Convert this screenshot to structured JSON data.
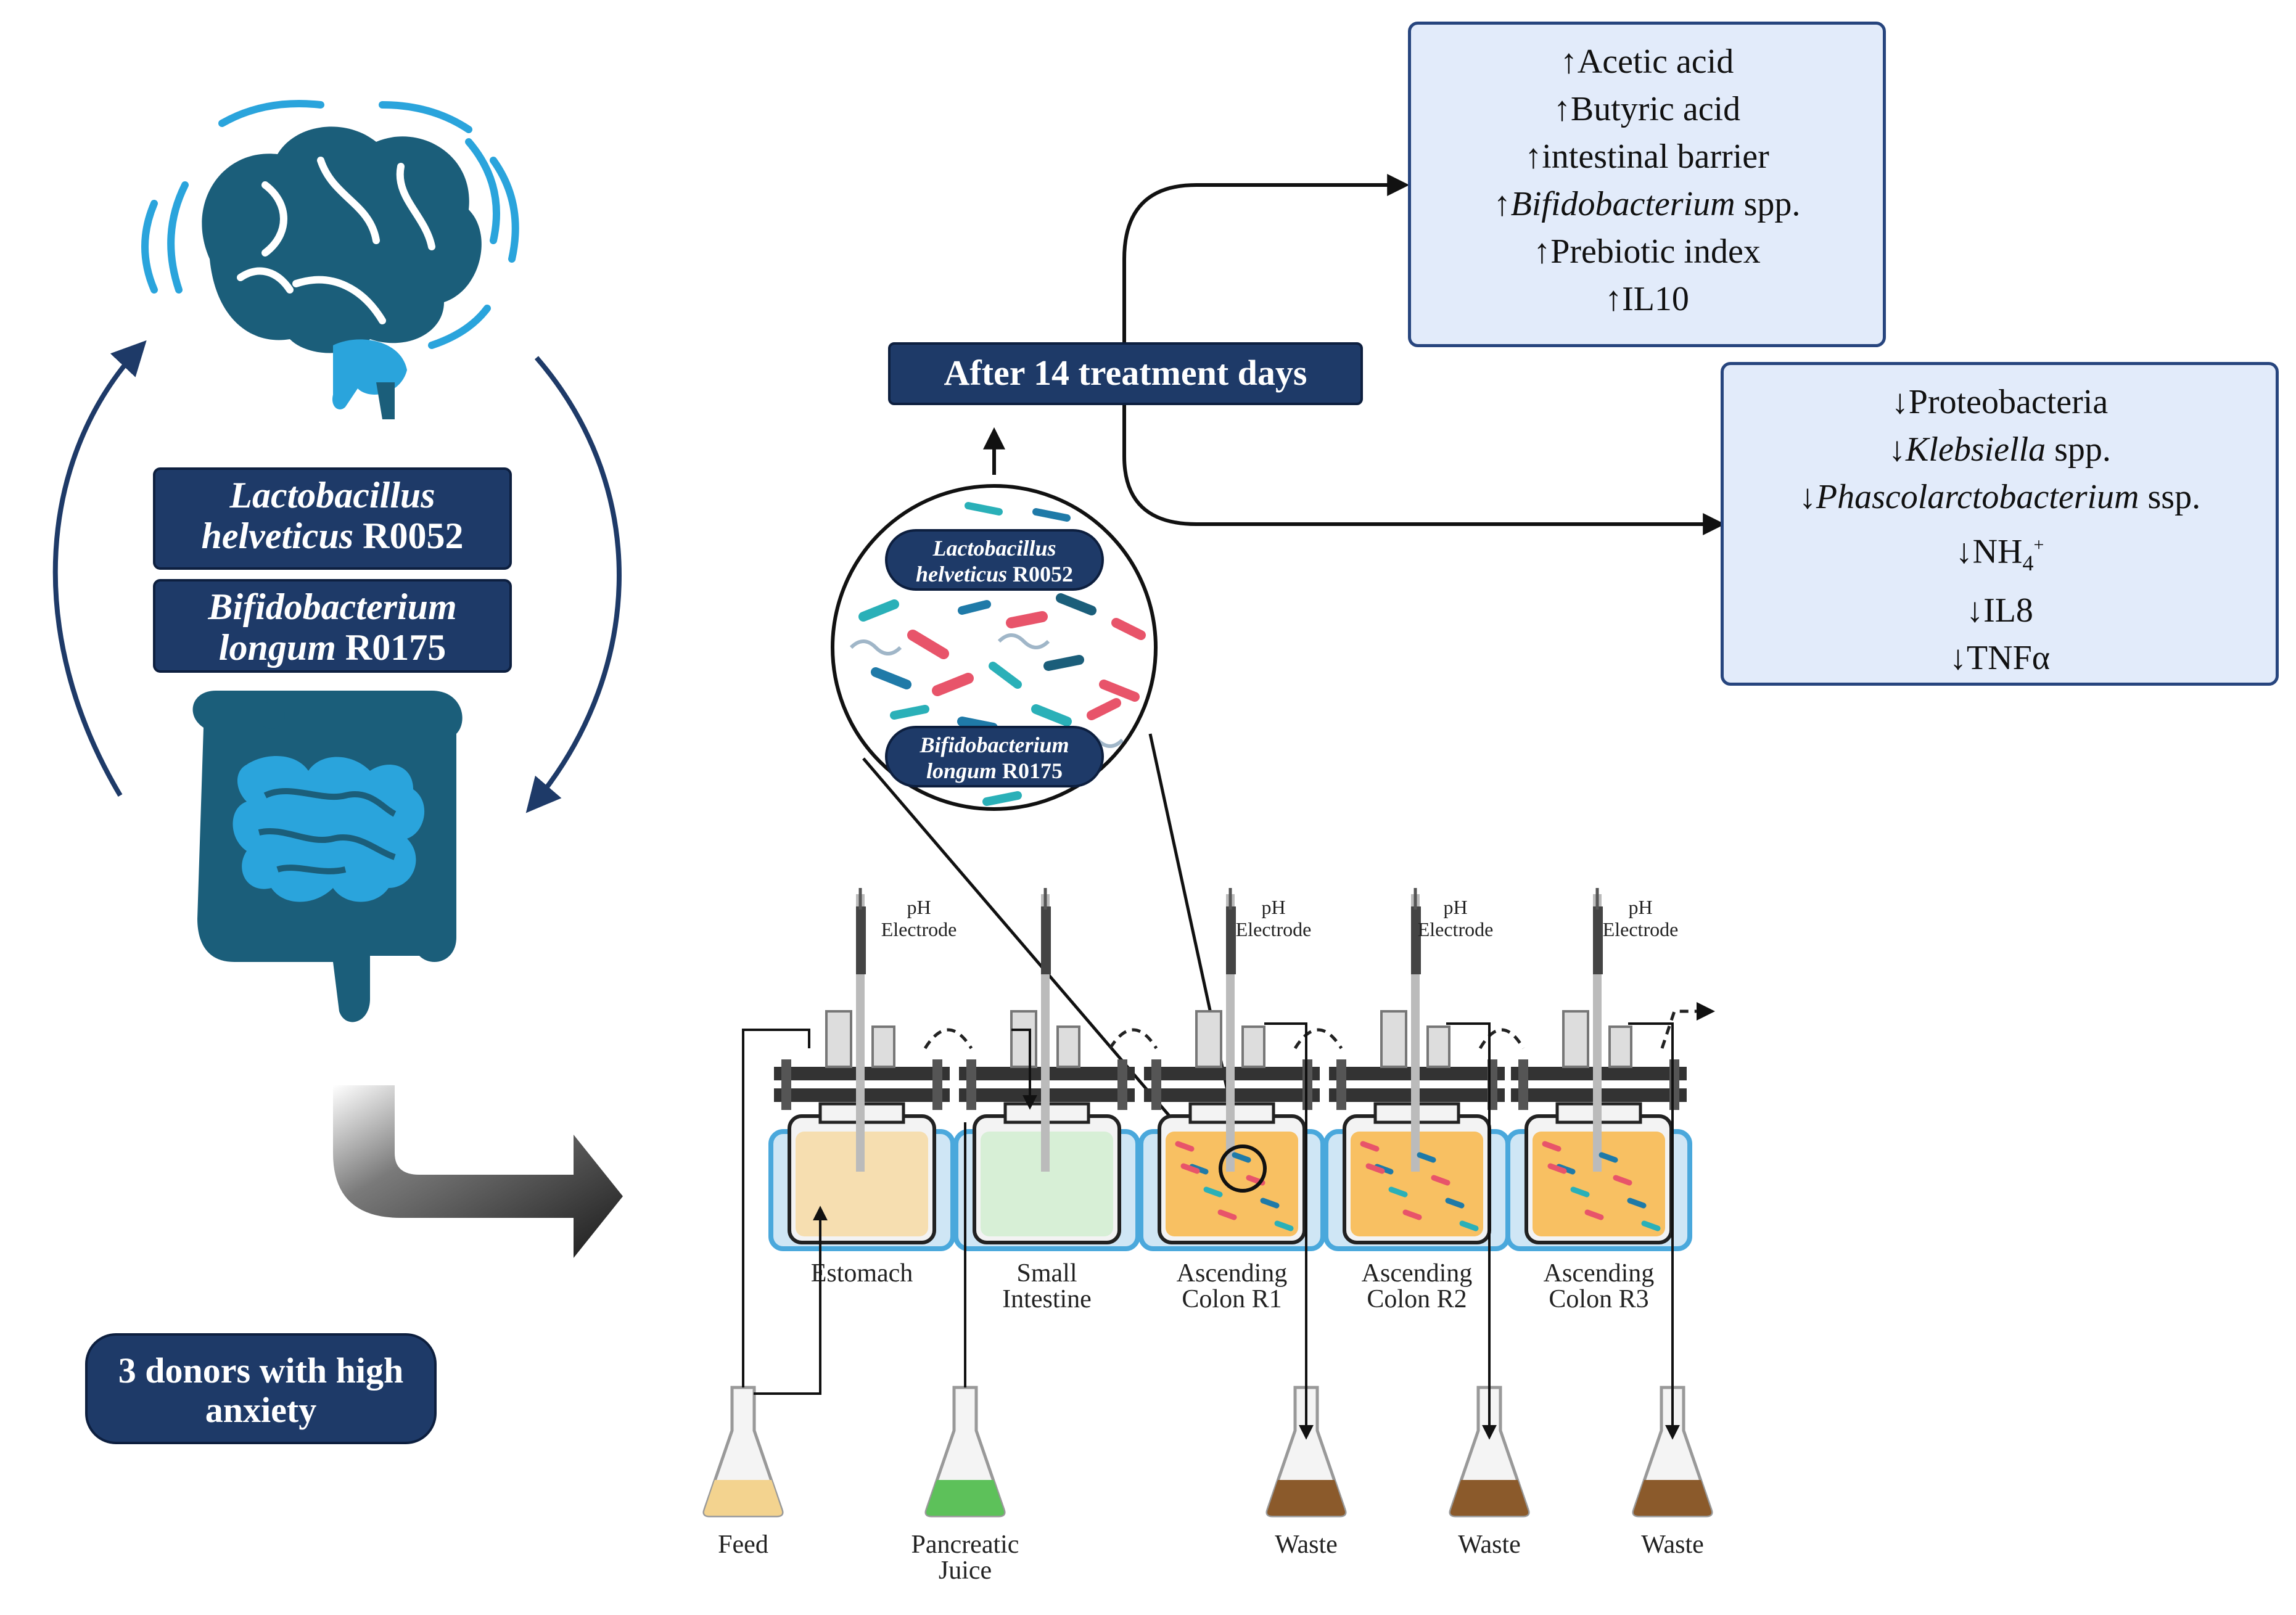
{
  "strains": {
    "genus1": "Lactobacillus",
    "species1": "helveticus",
    "code1": "R0052",
    "genus2": "Bifidobacterium",
    "species2": "longum",
    "code2": "R0175"
  },
  "donors": "3 donors with high anxiety",
  "after_label": "After 14 treatment days",
  "increase_arrow": "↑",
  "decrease_arrow": "↓",
  "increased": [
    {
      "text": "Acetic acid"
    },
    {
      "text": "Butyric acid"
    },
    {
      "text": "intestinal barrier"
    },
    {
      "italic": "Bifidobacterium",
      "text": " spp."
    },
    {
      "text": "Prebiotic index"
    },
    {
      "text": "IL10"
    }
  ],
  "decreased": [
    {
      "text": "Proteobacteria"
    },
    {
      "italic": "Klebsiella",
      "text": " spp."
    },
    {
      "italic": "Phascolarctobacterium",
      "text": " ssp."
    },
    {
      "text": "NH",
      "sub": "4",
      "sup": "+"
    },
    {
      "text": "IL8"
    },
    {
      "text": "TNFα"
    }
  ],
  "reactors": [
    {
      "line1": "Estomach",
      "line2": "",
      "fill": "#f6deb0"
    },
    {
      "line1": "Small",
      "line2": "Intestine",
      "fill": "#d7efd6"
    },
    {
      "line1": "Ascending",
      "line2": "Colon R1",
      "fill": "#f8c062"
    },
    {
      "line1": "Ascending",
      "line2": "Colon R2",
      "fill": "#f8c062"
    },
    {
      "line1": "Ascending",
      "line2": "Colon R3",
      "fill": "#f8c062"
    }
  ],
  "electrode": {
    "line1": "pH",
    "line2": "Electrode"
  },
  "flasks": [
    {
      "label1": "Feed",
      "label2": "",
      "liquid": "#f3d38f"
    },
    {
      "label1": "Pancreatic",
      "label2": "Juice",
      "liquid": "#5dc15a"
    },
    {
      "label1": "Waste",
      "label2": "",
      "liquid": "#8b5a2b"
    },
    {
      "label1": "Waste",
      "label2": "",
      "liquid": "#8b5a2b"
    },
    {
      "label1": "Waste",
      "label2": "",
      "liquid": "#8b5a2b"
    }
  ],
  "colors": {
    "navy": "#1e3a68",
    "brain_dark": "#1b5e7a",
    "brain_light": "#2aa4dc",
    "box_fill": "#e2ebfa",
    "box_border": "#27457e"
  },
  "icons": {
    "brain": "brain-icon",
    "intestine": "intestine-icon",
    "reactor": "reactor-vessel-icon",
    "flask": "erlenmeyer-flask-icon",
    "bacteria": "bacteria-icon"
  }
}
